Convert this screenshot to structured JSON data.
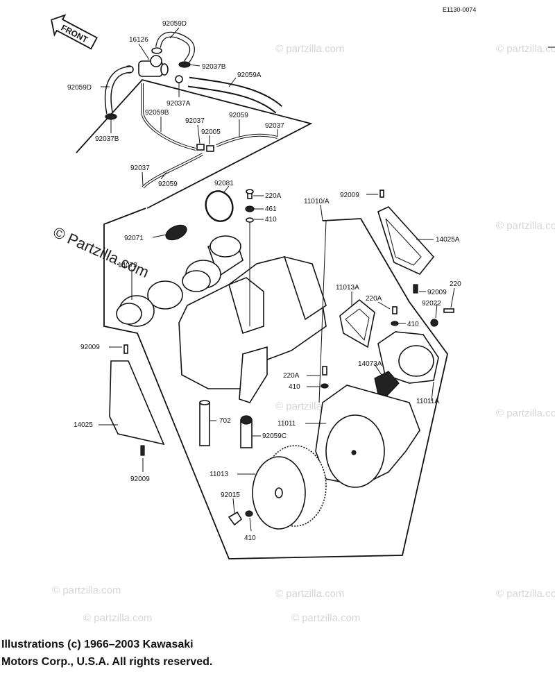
{
  "diagram_code": "E1130-0074",
  "front_label": "FRONT",
  "watermark_main": "© Partzilla.com",
  "watermark_small": "© partzilla.com",
  "part_labels": {
    "92059D_top": "92059D",
    "16126": "16126",
    "92037B_top": "92037B",
    "92059D_left": "92059D",
    "92059A": "92059A",
    "92037A": "92037A",
    "92037B_left": "92037B",
    "92059B": "92059B",
    "92037_a": "92037",
    "92005": "92005",
    "92059_a": "92059",
    "92037_b": "92037",
    "92037_c": "92037",
    "92059_b": "92059",
    "92081": "92081",
    "220A_top": "220A",
    "461": "461",
    "410_top": "410",
    "11010A": "11010/A",
    "92009_tr": "92009",
    "92071": "92071",
    "14073": "14073",
    "14025A": "14025A",
    "11013A": "11013A",
    "220A_mid": "220A",
    "410_mid": "410",
    "92009_r": "92009",
    "220": "220",
    "92022": "92022",
    "92009_l": "92009",
    "14073A": "14073A",
    "220A_low": "220A",
    "410_low": "410",
    "11011A": "11011A",
    "14025": "14025",
    "702": "702",
    "11011": "11011",
    "92059C": "92059C",
    "92009_bot": "92009",
    "11013": "11013",
    "92015": "92015",
    "410_bot": "410"
  },
  "copyright": {
    "line1": "Illustrations (c) 1966–2003 Kawasaki",
    "line2": "Motors Corp., U.S.A.  All rights reserved."
  }
}
